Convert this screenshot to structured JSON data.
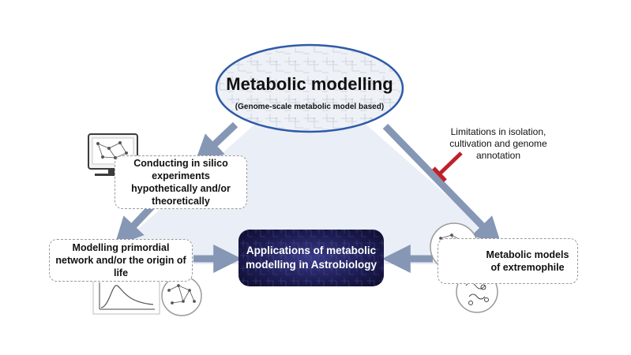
{
  "title": {
    "main": "Metabolic modelling",
    "subtitle": "(Genome-scale metabolic model based)"
  },
  "nodes": {
    "in_silico": "Conducting in silico experiments hypothetically and/or theoretically",
    "primordial": "Modelling primordial network and/or the origin of life",
    "extremophile": "Metabolic models of extremophile",
    "applications": "Applications of metabolic modelling in Astrobiology"
  },
  "limitation": "Limitations in isolation, cultivation and genome annotation",
  "icons": [
    "computer-monitor-icon",
    "network-graph-icon",
    "line-graph-icon",
    "microbe-icon"
  ],
  "colors": {
    "arrow": "#8597b5",
    "triangle_fill": "#e9eef7",
    "ellipse_border": "#2e5aa8",
    "inhibition": "#c0202a",
    "center_box": "#1b1a4a"
  }
}
